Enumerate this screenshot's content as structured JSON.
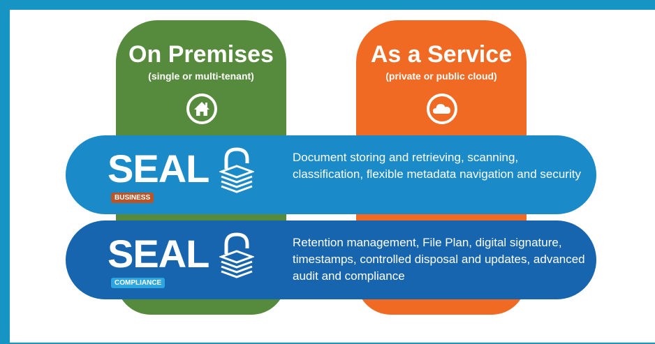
{
  "colors": {
    "frame": "#1695c4",
    "on_premises": "#568a3c",
    "as_a_service": "#f06a23",
    "business_band": "#1a8ac9",
    "compliance_band": "#1765ae",
    "business_tag": "#b8562a",
    "compliance_tag": "#2da6e0"
  },
  "pillars": [
    {
      "title": "On Premises",
      "subtitle": "(single or multi-tenant)",
      "icon": "home-icon"
    },
    {
      "title": "As a Service",
      "subtitle": "(private or public cloud)",
      "icon": "cloud-icon"
    }
  ],
  "bands": [
    {
      "logo": "SEAL",
      "tag": "BUSINESS",
      "icon": "lock-icon",
      "description": "Document storing and retrieving, scanning, classification, flexible metadata navigation and security"
    },
    {
      "logo": "SEAL",
      "tag": "COMPLIANCE",
      "icon": "lock-icon",
      "description": "Retention management, File Plan, digital signature, timestamps, controlled disposal and updates, advanced audit and compliance"
    }
  ]
}
